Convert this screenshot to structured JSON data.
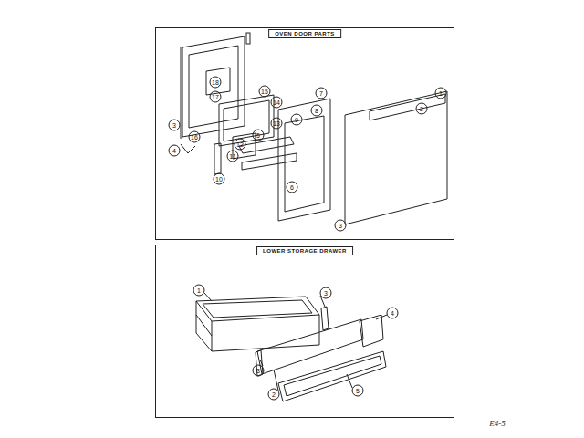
{
  "diagram": {
    "nodes": [
      {
        "text": [
          "OVEN DOOR PARTS"
        ]
      },
      {
        "text": [
          "LOWER STORAGE DRAWER"
        ]
      }
    ],
    "labels": [
      "3",
      "16",
      "4",
      "18",
      "17",
      "15",
      "14",
      "5",
      "13",
      "12",
      "11",
      "10",
      "9",
      "7",
      "8",
      "6",
      "1",
      "2",
      "3",
      "1",
      "3",
      "4",
      "3",
      "2",
      "5",
      "E4-5"
    ]
  }
}
